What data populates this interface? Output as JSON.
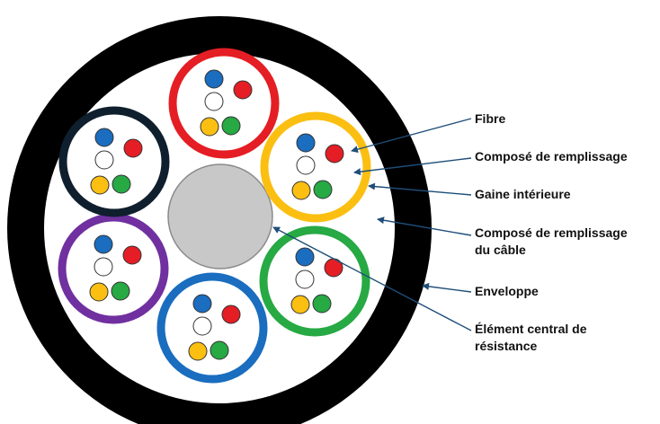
{
  "labels": {
    "fibre": "Fibre",
    "filling_compound": "Composé de remplissage",
    "inner_sheath": "Gaine intérieure",
    "cable_filling_line1": "Composé de remplissage",
    "cable_filling_line2": "du câble",
    "jacket": "Enveloppe",
    "strength_line1": "Élément central de",
    "strength_line2": "résistance"
  },
  "colors": {
    "jacket": "#000000",
    "cable_fill": "#ffffff",
    "central_strength_member": "#c8c8c8",
    "leader_lines": "#1f4e79",
    "tube_red": "#e41e24",
    "tube_yellow": "#fbbf12",
    "tube_green": "#27a944",
    "tube_blue": "#1a6dbf",
    "tube_purple": "#7030a0",
    "tube_navy": "#0f1f2d",
    "fiber_blue": "#1a6dbf",
    "fiber_red": "#e41e24",
    "fiber_white": "#ffffff",
    "fiber_yellow": "#fbbf12",
    "fiber_green": "#27a944"
  },
  "loose_tubes": [
    {
      "name": "tube-red",
      "color": "tube_red"
    },
    {
      "name": "tube-yellow",
      "color": "tube_yellow"
    },
    {
      "name": "tube-green",
      "color": "tube_green"
    },
    {
      "name": "tube-blue",
      "color": "tube_blue"
    },
    {
      "name": "tube-purple",
      "color": "tube_purple"
    },
    {
      "name": "tube-navy",
      "color": "tube_navy"
    }
  ],
  "fibers_per_tube": [
    "fiber_blue",
    "fiber_red",
    "fiber_white",
    "fiber_yellow",
    "fiber_green"
  ]
}
